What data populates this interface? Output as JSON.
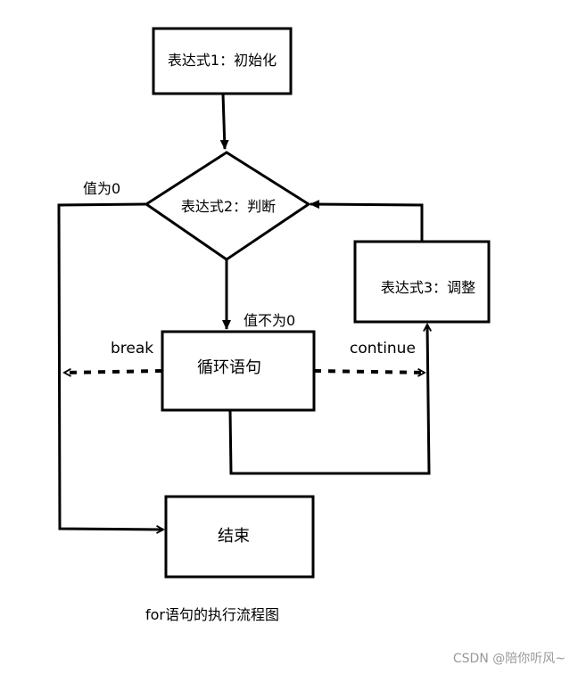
{
  "nodes": {
    "init": "表达式1：初始化",
    "judge": "表达式2：判断",
    "update": "表达式3：调整",
    "loop_body": "循环语句",
    "end": "结束"
  },
  "edge_labels": {
    "false_branch": "值为0",
    "true_branch": "值不为0",
    "break": "break",
    "continue": "continue"
  },
  "caption": "for语句的执行流程图",
  "watermark": "CSDN @陪你听风~"
}
